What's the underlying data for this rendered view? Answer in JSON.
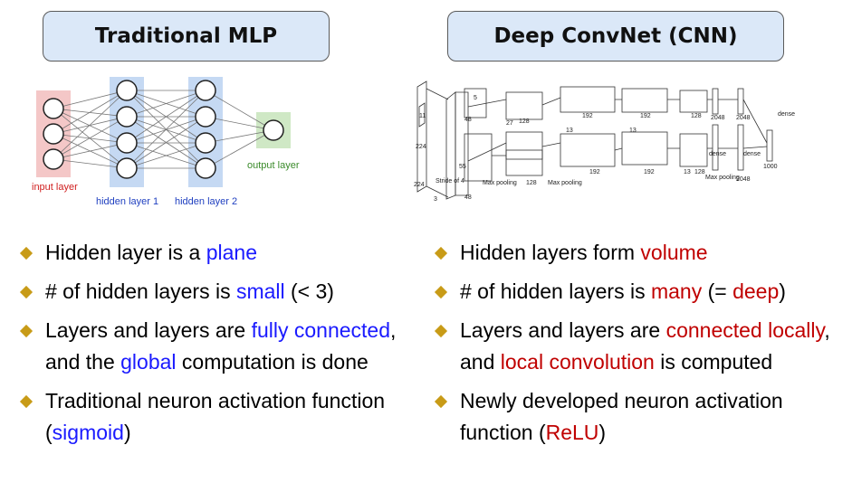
{
  "left": {
    "title": "Traditional MLP",
    "diagram": {
      "input_label": "input layer",
      "hidden1_label": "hidden layer 1",
      "hidden2_label": "hidden layer 2",
      "output_label": "output layer"
    },
    "bullets": [
      {
        "parts": [
          {
            "text": "Hidden layer is a "
          },
          {
            "text": "plane",
            "style": "blue"
          }
        ]
      },
      {
        "parts": [
          {
            "text": "# of hidden layers is "
          },
          {
            "text": "small",
            "style": "blue"
          },
          {
            "text": " (< 3)"
          }
        ]
      },
      {
        "parts": [
          {
            "text": "Layers and layers are "
          },
          {
            "text": "fully connected",
            "style": "blue"
          },
          {
            "text": ", and the "
          },
          {
            "text": "global",
            "style": "blue"
          },
          {
            "text": " computation is done"
          }
        ]
      },
      {
        "parts": [
          {
            "text": "Traditional neuron activation function  ("
          },
          {
            "text": "sigmoid",
            "style": "blue"
          },
          {
            "text": ")"
          }
        ]
      }
    ]
  },
  "right": {
    "title": "Deep ConvNet (CNN)",
    "diagram": {
      "labels": {
        "stride": "Stride of 4",
        "max_pooling": "Max pooling",
        "dense": "dense",
        "n224": "224",
        "n11": "11",
        "n3": "3",
        "n5": "5",
        "n48": "48",
        "n55": "55",
        "n27": "27",
        "n128": "128",
        "n13": "13",
        "n192": "192",
        "n2048": "2048",
        "n1000": "1000"
      }
    },
    "bullets": [
      {
        "parts": [
          {
            "text": "Hidden layers form "
          },
          {
            "text": "volume",
            "style": "red"
          }
        ]
      },
      {
        "parts": [
          {
            "text": "# of hidden layers is "
          },
          {
            "text": "many",
            "style": "red"
          },
          {
            "text": " (= "
          },
          {
            "text": "deep",
            "style": "red"
          },
          {
            "text": ")"
          }
        ]
      },
      {
        "parts": [
          {
            "text": "Layers and layers are "
          },
          {
            "text": "connected locally",
            "style": "red"
          },
          {
            "text": ", and "
          },
          {
            "text": "local convolution",
            "style": "red"
          },
          {
            "text": " is computed"
          }
        ]
      },
      {
        "parts": [
          {
            "text": "Newly developed neuron activation function ("
          },
          {
            "text": "ReLU",
            "style": "red"
          },
          {
            "text": ")"
          }
        ]
      }
    ]
  },
  "colors": {
    "blue_highlight": "#1a1aff",
    "red_highlight": "#c00000",
    "bullet": "#c89b17",
    "title_bg": "#dbe8f8"
  }
}
